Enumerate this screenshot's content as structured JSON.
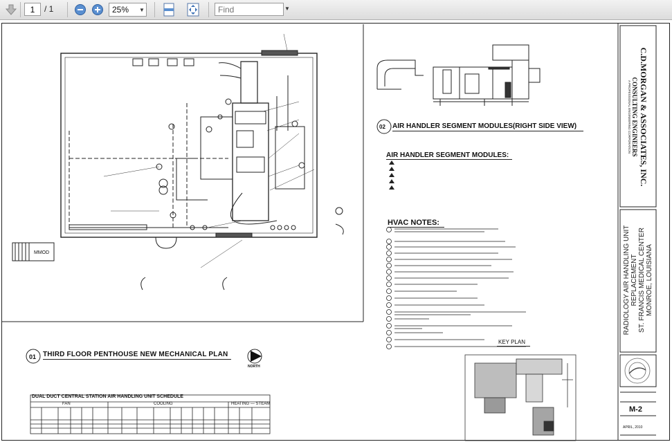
{
  "toolbar": {
    "page_current": "1",
    "page_separator": "/ 1",
    "zoom_value": "25%",
    "find_placeholder": "Find"
  },
  "drawing": {
    "plan_number": "01",
    "plan_title": "THIRD FLOOR PENTHOUSE NEW MECHANICAL PLAN",
    "north_label": "NORTH",
    "mmod_label": "MMOD",
    "section_number": "02",
    "section_title": "AIR HANDLER SEGMENT MODULES(RIGHT SIDE VIEW)",
    "modules_heading": "AIR HANDLER SEGMENT MODULES:",
    "hvac_heading": "HVAC NOTES:",
    "key_plan_label": "KEY PLAN",
    "schedule": {
      "title": "DUAL DUCT CENTRAL STATION AIR HANDLING UNIT SCHEDULE",
      "fan_label": "FAN",
      "cooling_label": "COOLING",
      "heating_label": "HEATING — STEAM"
    },
    "title_block": {
      "firm_name": "C.D.MORGAN & ASSOCIATES, INC.",
      "firm_sub": "CONSULTING ENGINEERS",
      "firm_tag": "A PROFESSIONAL ENGINEERING CORPORATION",
      "project_line1": "RADIOLOGY AIR HANDLING UNIT",
      "project_line2": "REPLACEMENT",
      "project_line3": "ST. FRANCIS MEDICAL CENTER",
      "project_line4": "MONROE, LOUISIANA",
      "sheet_number": "M-2",
      "date_text": "APRIL, 2010"
    }
  }
}
